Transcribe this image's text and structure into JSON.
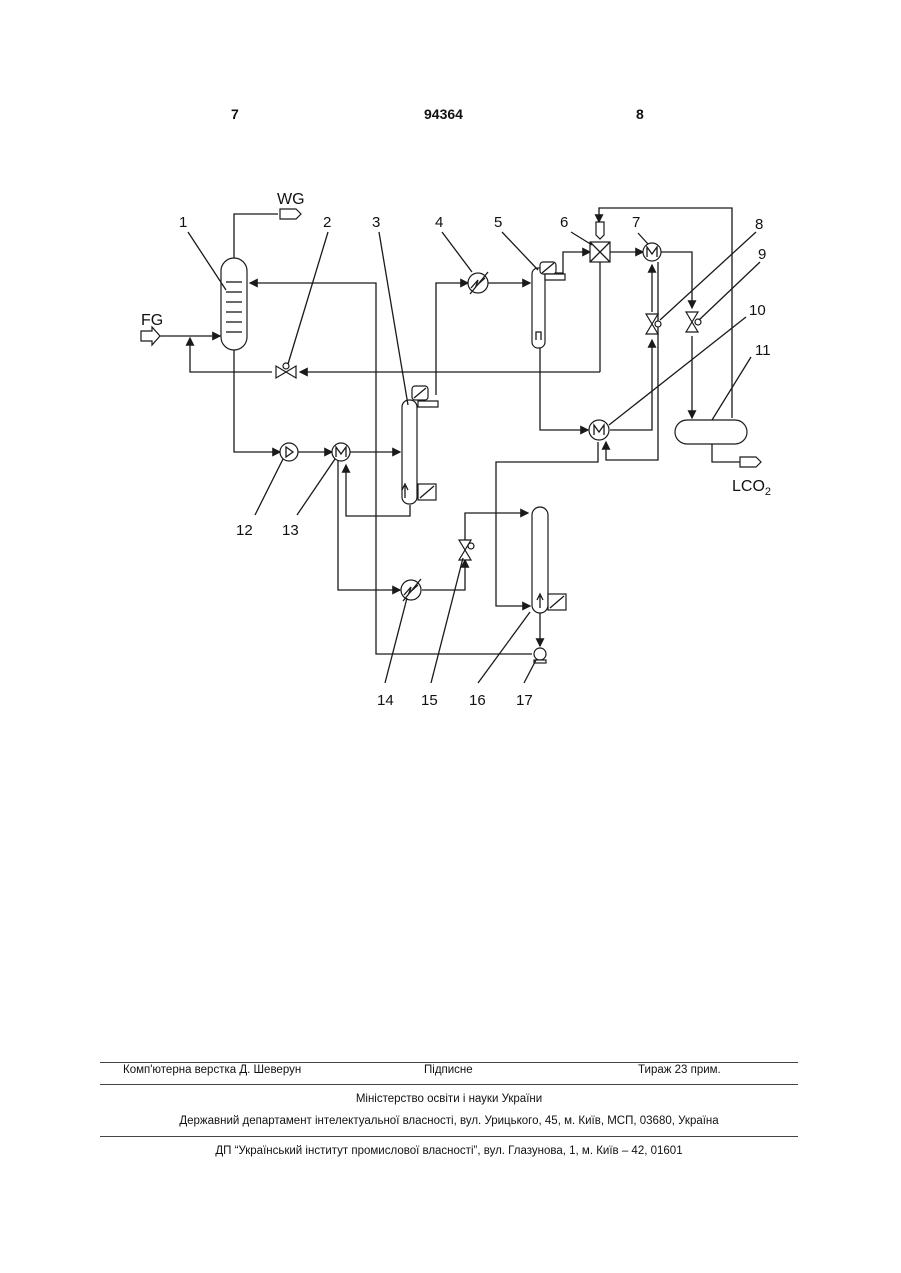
{
  "header": {
    "page_left": "7",
    "patent_number": "94364",
    "page_right": "8"
  },
  "diagram": {
    "streams": {
      "wg": "WG",
      "fg": "FG",
      "lco2_main": "LCO",
      "lco2_sub": "2"
    },
    "labels": [
      "1",
      "2",
      "3",
      "4",
      "5",
      "6",
      "7",
      "8",
      "9",
      "10",
      "11",
      "12",
      "13",
      "14",
      "15",
      "16",
      "17"
    ]
  },
  "footer": {
    "typesetting": "Комп'ютерна верстка Д. Шеверун",
    "signed": "Підписне",
    "circulation": "Тираж 23 прим.",
    "ministry": "Міністерство освіти і науки України",
    "department": "Державний департамент інтелектуальної власності, вул. Урицького, 45, м. Київ, МСП, 03680, Україна",
    "institute": "ДП “Український інститут промислової власності”, вул. Глазунова, 1, м. Київ – 42, 01601"
  }
}
